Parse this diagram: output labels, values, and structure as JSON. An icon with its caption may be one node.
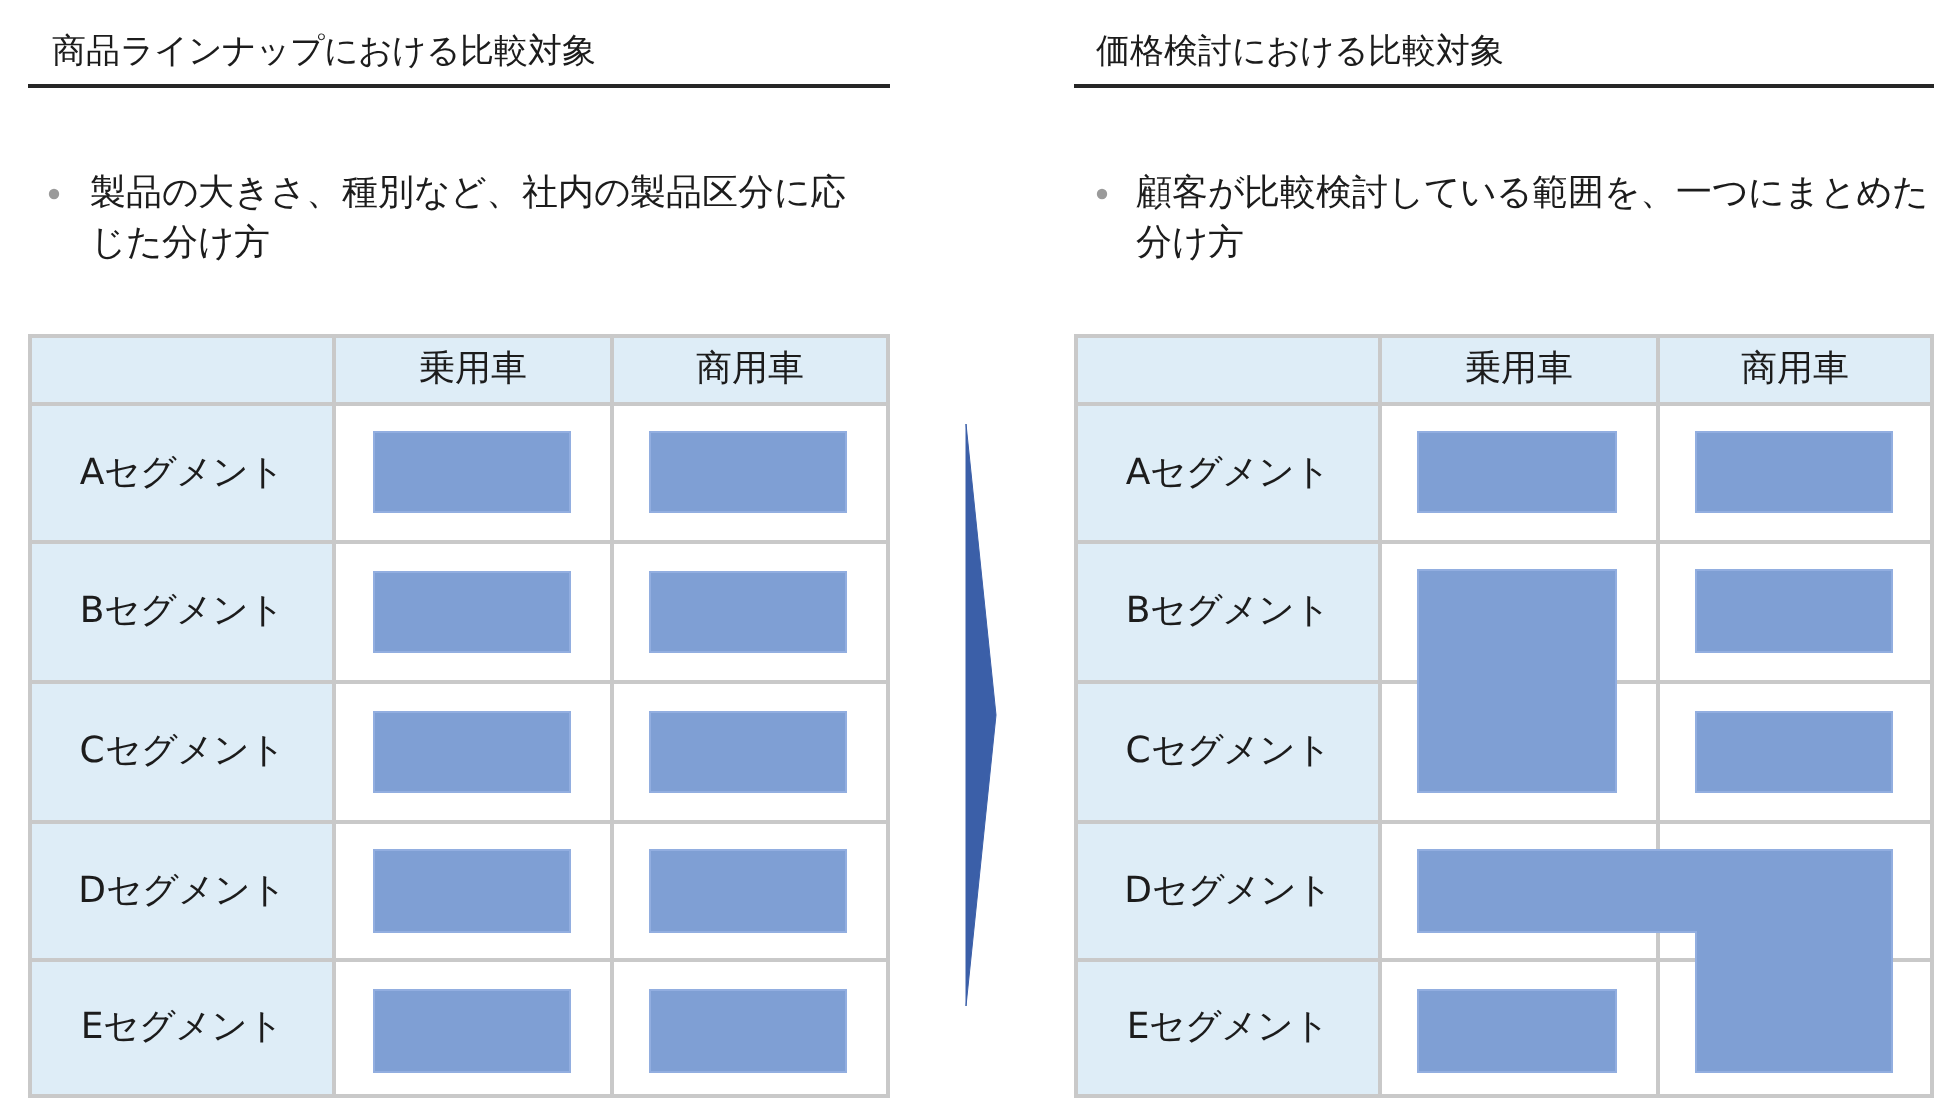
{
  "diagram": {
    "nodes": [
      {
        "text": [
          "乗用車",
          "商用車",
          "Aセグメント",
          "Bセグメント",
          "Cセグメント",
          "Dセグメント",
          "Eセグメント"
        ]
      },
      {
        "text": [],
        "shape": "box",
        "in": 0
      },
      {
        "text": [],
        "shape": "box",
        "in": 0
      },
      {
        "text": [],
        "shape": "box",
        "in": 0
      },
      {
        "text": [],
        "shape": "box",
        "in": 0
      },
      {
        "text": [],
        "shape": "box",
        "in": 0
      },
      {
        "text": [],
        "shape": "box",
        "in": 0
      },
      {
        "text": [],
        "shape": "box",
        "in": 0
      },
      {
        "text": [],
        "shape": "box",
        "in": 0
      },
      {
        "text": [],
        "shape": "box",
        "in": 0
      },
      {
        "text": [],
        "shape": "box",
        "in": 0
      },
      {
        "text": [
          "乗用車",
          "商用車",
          "Aセグメント",
          "Bセグメント",
          "Cセグメント",
          "Dセグメント",
          "Eセグメント"
        ]
      },
      {
        "text": [],
        "shape": "box",
        "in": 11
      },
      {
        "text": [],
        "shape": "box",
        "in": 11
      },
      {
        "text": [],
        "shape": "box",
        "in": 11
      },
      {
        "text": [],
        "shape": "box",
        "in": 11
      },
      {
        "text": [],
        "shape": "box",
        "in": 11
      },
      {
        "text": [],
        "shape": "polygon",
        "in": 11
      },
      {
        "text": [],
        "shape": "box",
        "in": 11
      }
    ],
    "edges": [
      {
        "from": 0,
        "to": 11,
        "arrow": "to"
      }
    ],
    "labels": [
      "商品ラインナップにおける比較対象",
      "製品の大きさ、種別など、社内の製品区分に応じた分け方",
      "価格検討における比較対象",
      "顧客が比較検討している範囲を、一つにまとめた分け方"
    ]
  }
}
